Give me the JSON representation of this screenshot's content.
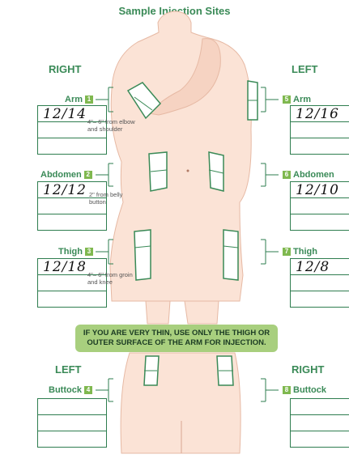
{
  "title": "Sample Injection Sites",
  "front": {
    "left_heading": "RIGHT",
    "right_heading": "LEFT"
  },
  "back": {
    "left_heading": "LEFT",
    "right_heading": "RIGHT"
  },
  "sites": [
    {
      "label": "Arm",
      "number": "1",
      "entry": "12/14",
      "note": "4\"– 6\" from elbow and shoulder"
    },
    {
      "label": "Abdomen",
      "number": "2",
      "entry": "12/12",
      "note": "2\" from belly button"
    },
    {
      "label": "Thigh",
      "number": "3",
      "entry": "12/18",
      "note": "4\"– 6\" from groin and knee"
    },
    {
      "label": "Buttock",
      "number": "4",
      "entry": ""
    },
    {
      "label": "Arm",
      "number": "5",
      "entry": "12/16"
    },
    {
      "label": "Abdomen",
      "number": "6",
      "entry": "12/10"
    },
    {
      "label": "Thigh",
      "number": "7",
      "entry": "12/8"
    },
    {
      "label": "Buttock",
      "number": "8",
      "entry": ""
    }
  ],
  "banner": "IF YOU ARE VERY THIN, USE ONLY THE THIGH OR OUTER SURFACE OF THE ARM FOR INJECTION.",
  "colors": {
    "green_text": "#3a8a57",
    "box_border": "#2e7d4f",
    "banner_bg": "#a8cf7e",
    "skin": "#fbe3d6"
  }
}
